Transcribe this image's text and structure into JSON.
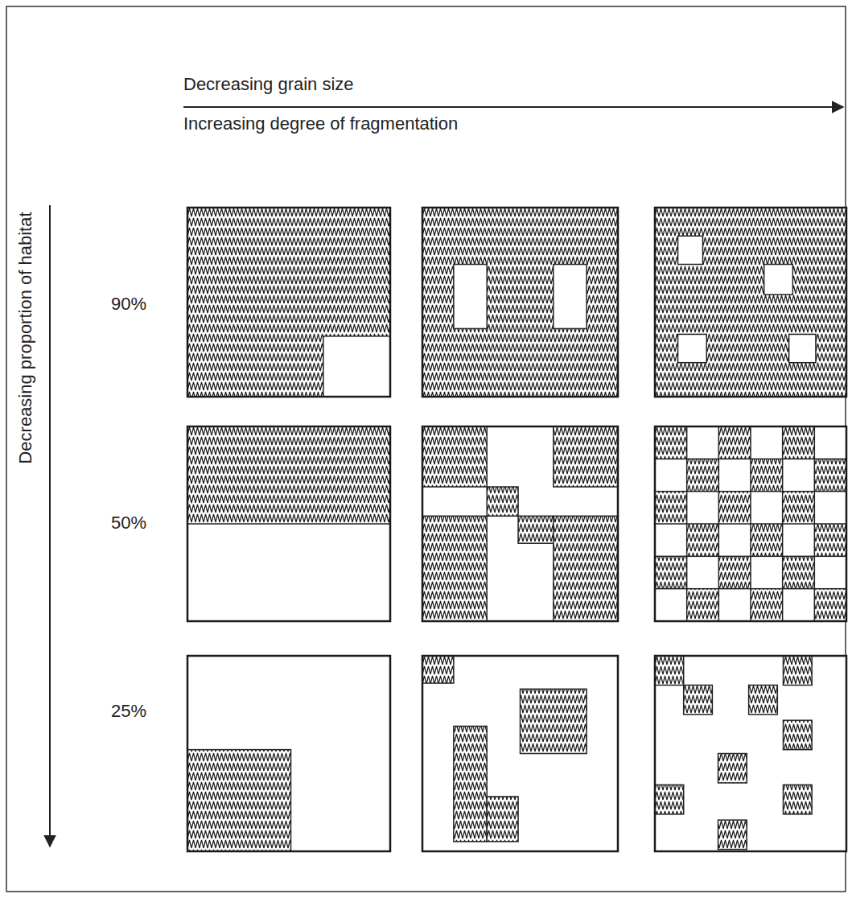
{
  "diagram": {
    "labels": [
      "Decreasing grain size",
      "Increasing degree of fragmentation",
      "Decreasing proportion of habitat",
      "90%",
      "50%",
      "25%"
    ]
  }
}
